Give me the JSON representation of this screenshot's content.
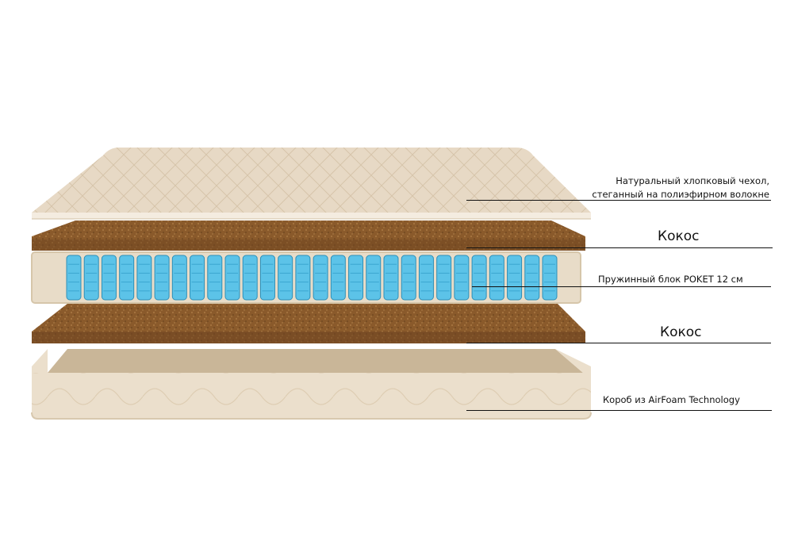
{
  "colors": {
    "cover": "#e7d9c5",
    "cover_edge": "#f4ece0",
    "coconut": "#8a5a2b",
    "coconut_dark": "#6e4320",
    "springs": "#5cc3e8",
    "springs_dark": "#2e8fb8",
    "foam_frame": "#e8dcc8",
    "box": "#ebdfcc",
    "box_inner": "#c9b698",
    "leader": "#111111"
  },
  "layers": [
    {
      "id": "cover",
      "icon": "quilted-cover",
      "label_lines": [
        "Натуральный хлопковый чехол,",
        "стеганный на полиэфирном волокне"
      ]
    },
    {
      "id": "coconut-top",
      "icon": "coconut-fiber",
      "label_lines": [
        "Кокос"
      ]
    },
    {
      "id": "springs",
      "icon": "pocket-springs",
      "label_lines": [
        "Пружинный блок POKET 12 см"
      ]
    },
    {
      "id": "coconut-bottom",
      "icon": "coconut-fiber",
      "label_lines": [
        "Кокос"
      ]
    },
    {
      "id": "box",
      "icon": "foam-box",
      "label_lines": [
        "Короб из AirFoam Technology"
      ]
    }
  ]
}
